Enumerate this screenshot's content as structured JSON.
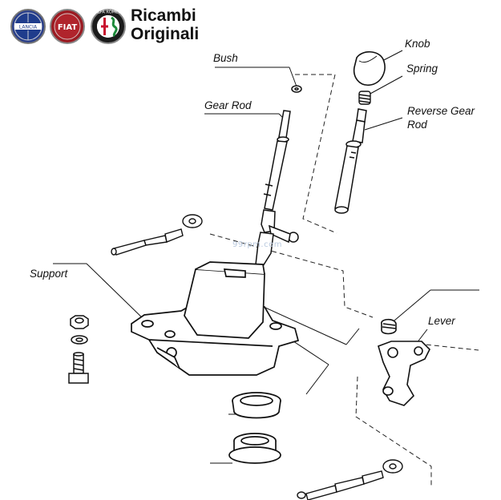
{
  "header": {
    "brand_line1": "Ricambi",
    "brand_line2": "Originali",
    "logos": [
      {
        "name": "LANCIA",
        "color": "#1f3c8c"
      },
      {
        "name": "FIAT",
        "color": "#9b1b22"
      },
      {
        "name": "ALFA ROMEO",
        "color": "#1d8a3a"
      }
    ]
  },
  "labels": {
    "knob": "Knob",
    "bush": "Bush",
    "spring": "Spring",
    "gear_rod": "Gear Rod",
    "reverse_gear_rod_line1": "Reverse Gear",
    "reverse_gear_rod_line2": "Rod",
    "support": "Support",
    "lever": "Lever"
  },
  "watermark": "99rpm.com"
}
